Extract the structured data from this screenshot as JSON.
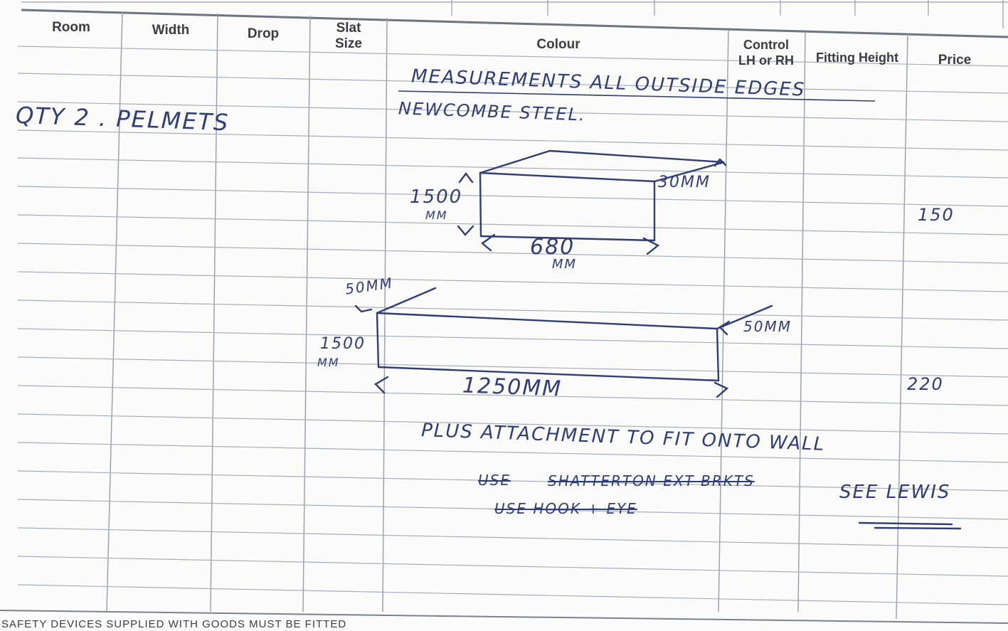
{
  "table": {
    "headers": {
      "room": "Room",
      "width": "Width",
      "drop": "Drop",
      "slat_size": "Slat\nSize",
      "colour": "Colour",
      "control": "Control\nLH or RH",
      "fitting_height": "Fitting Height",
      "price": "Price"
    }
  },
  "notes": {
    "quantity": "QTY 2 . PELMETS",
    "line1": "MEASUREMENTS ALL OUTSIDE EDGES",
    "line2": "NEWCOMBE STEEL.",
    "plus": "PLUS ATTACHMENT TO FIT ONTO WALL",
    "struck1": "USE",
    "struck2": "SHATTERTON EXT BRKTS",
    "see": "SEE LEWIS",
    "struck3": "USE HOOK + EYE"
  },
  "drawing1": {
    "height": "1500",
    "height_unit": "MM",
    "depth": "30MM",
    "width": "680",
    "width_unit": "MM"
  },
  "drawing2": {
    "height": "1500",
    "height_unit": "MM",
    "depth_left": "50MM",
    "depth_right": "50MM",
    "width": "1250MM"
  },
  "prices": {
    "item1": "150",
    "item2": "220"
  },
  "footer": "SAFETY DEVICES SUPPLIED WITH GOODS MUST BE FITTED"
}
